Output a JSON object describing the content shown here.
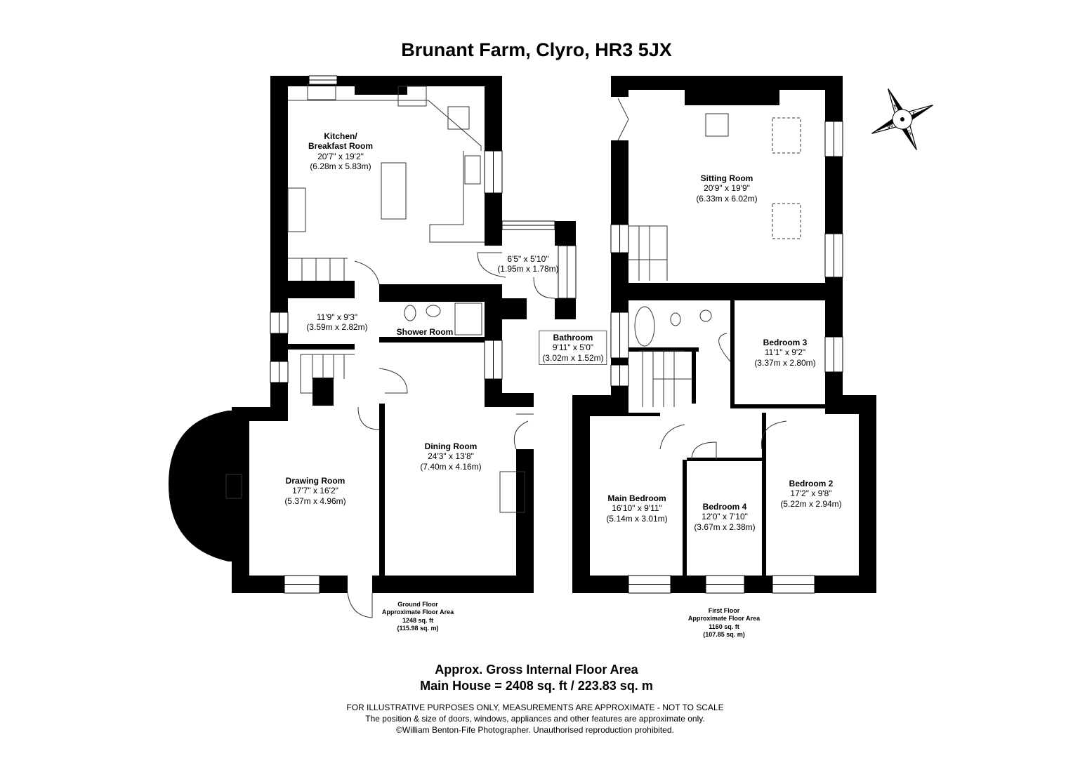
{
  "title": "Brunant Farm, Clyro, HR3 5JX",
  "ground_floor": {
    "rooms": [
      {
        "name": "Kitchen/",
        "name2": "Breakfast Room",
        "imperial": "20'7\" x 19'2\"",
        "metric": "(6.28m x 5.83m)"
      },
      {
        "name": "",
        "imperial": "6'5\" x 5'10\"",
        "metric": "(1.95m x 1.78m)"
      },
      {
        "name": "",
        "imperial": "11'9\" x 9'3\"",
        "metric": "(3.59m x 2.82m)"
      },
      {
        "name": "Shower Room"
      },
      {
        "name": "Dining Room",
        "imperial": "24'3\" x 13'8\"",
        "metric": "(7.40m x 4.16m)"
      },
      {
        "name": "Drawing Room",
        "imperial": "17'7\" x 16'2\"",
        "metric": "(5.37m x 4.96m)"
      }
    ],
    "area": {
      "label": "Ground Floor",
      "sub": "Approximate Floor Area",
      "sqft": "1248 sq. ft",
      "sqm": "(115.98 sq. m)"
    }
  },
  "first_floor": {
    "rooms": [
      {
        "name": "Sitting Room",
        "imperial": "20'9\" x 19'9\"",
        "metric": "(6.33m x 6.02m)"
      },
      {
        "name": "Bathroom",
        "imperial": "9'11\" x 5'0\"",
        "metric": "(3.02m x 1.52m)"
      },
      {
        "name": "Bedroom 3",
        "imperial": "11'1\" x 9'2\"",
        "metric": "(3.37m x 2.80m)"
      },
      {
        "name": "Main Bedroom",
        "imperial": "16'10\" x 9'11\"",
        "metric": "(5.14m x 3.01m)"
      },
      {
        "name": "Bedroom 4",
        "imperial": "12'0\" x 7'10\"",
        "metric": "(3.67m x 2.38m)"
      },
      {
        "name": "Bedroom 2",
        "imperial": "17'2\" x 9'8\"",
        "metric": "(5.22m x 2.94m)"
      }
    ],
    "area": {
      "label": "First Floor",
      "sub": "Approximate Floor Area",
      "sqft": "1160 sq. ft",
      "sqm": "(107.85 sq. m)"
    }
  },
  "compass": {
    "icon": "compass-rose-icon",
    "letters": [
      "N",
      "E",
      "S",
      "W"
    ]
  },
  "gross": {
    "line1": "Approx. Gross Internal Floor Area",
    "line2": "Main House = 2408 sq. ft / 223.83 sq. m"
  },
  "disclaimer": {
    "line1": "FOR ILLUSTRATIVE PURPOSES ONLY, MEASUREMENTS ARE APPROXIMATE - NOT TO SCALE",
    "line2": "The position & size of doors, windows, appliances and other features are approximate only.",
    "line3": "©William Benton-Fife Photographer. Unauthorised reproduction prohibited."
  },
  "colors": {
    "wall": "#000000",
    "background": "#ffffff",
    "fixture_line": "#333333"
  }
}
